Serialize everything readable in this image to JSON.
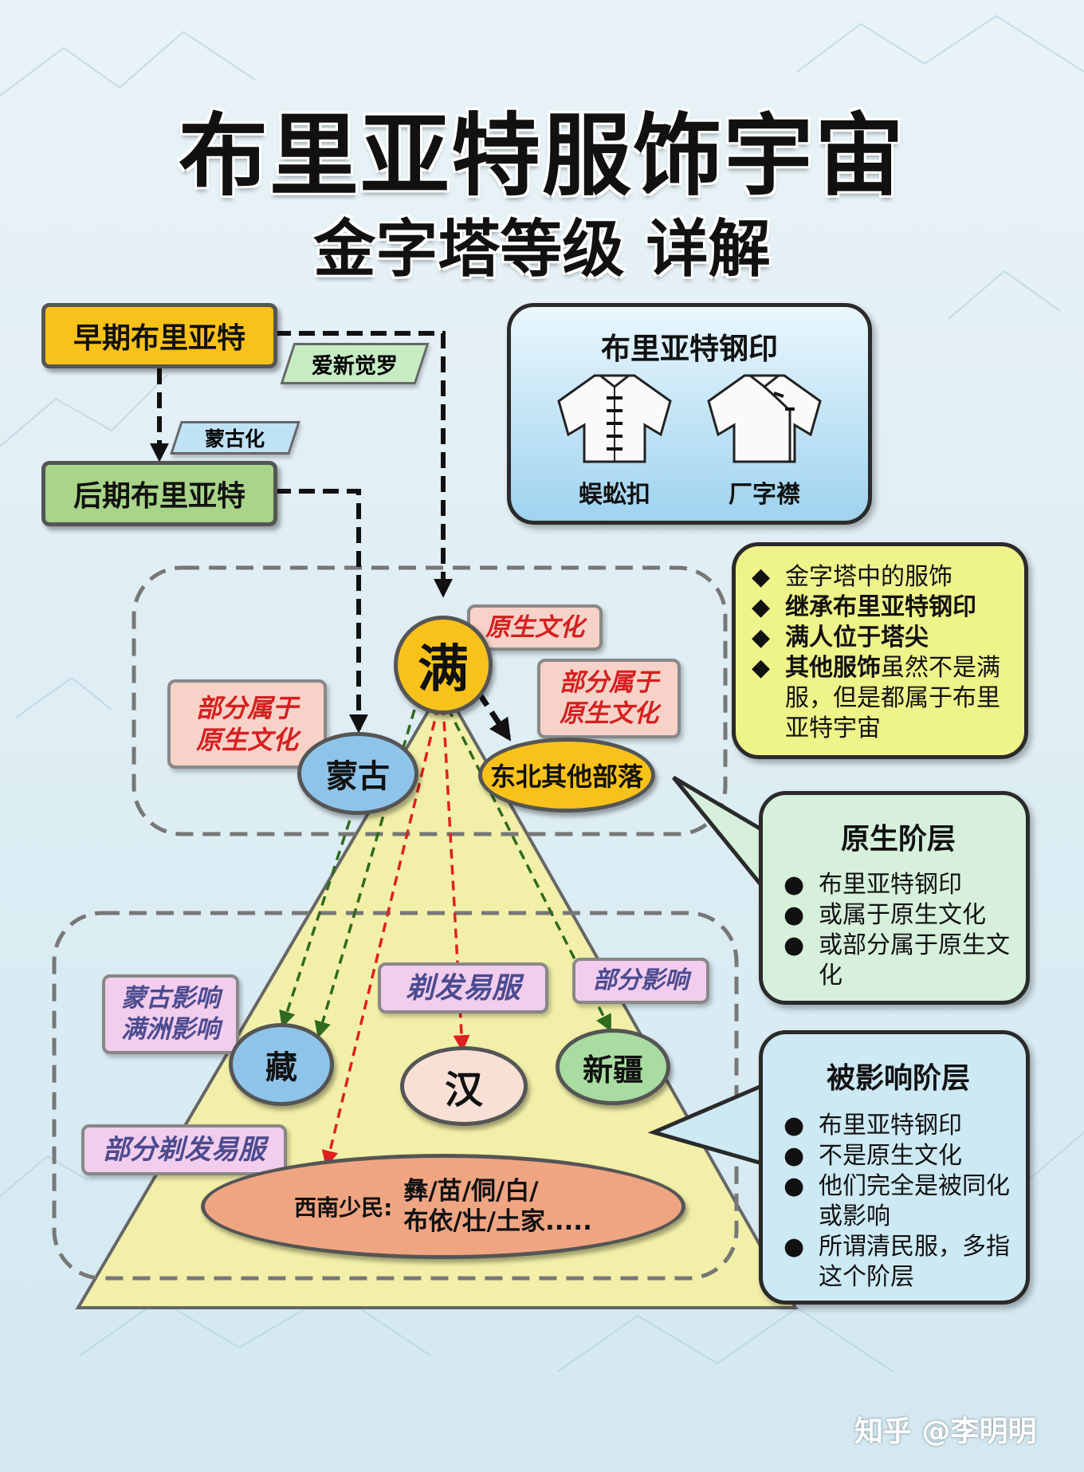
{
  "title": "布里亚特服饰宇宙",
  "subtitle": "金字塔等级 详解",
  "early_buryat": "早期布里亚特",
  "late_buryat": "后期布里亚特",
  "label_aisin_gioro": "爱新觉罗",
  "label_mongolization": "蒙古化",
  "seal_panel": {
    "title": "布里亚特钢印",
    "items": [
      {
        "label": "蜈蚣扣",
        "icon": "button-jacket-icon"
      },
      {
        "label": "厂字襟",
        "icon": "side-opening-jacket-icon"
      }
    ]
  },
  "info_panel": {
    "items": [
      {
        "pre": "金字塔中的服饰",
        "rest": ""
      },
      {
        "pre": "继承布里亚特钢印",
        "rest": ""
      },
      {
        "pre": "满人位于塔尖",
        "rest": ""
      },
      {
        "pre": "其他服饰",
        "rest": "虽然不是满服，但是都属于布里亚特宇宙"
      }
    ]
  },
  "native_panel": {
    "title": "原生阶层",
    "items": [
      "布里亚特钢印",
      "或属于原生文化",
      "或部分属于原生文化"
    ]
  },
  "influenced_panel": {
    "title": "被影响阶层",
    "items": [
      "布里亚特钢印",
      "不是原生文化",
      "他们完全是被同化或影响",
      "所谓清民服，多指这个阶层"
    ]
  },
  "nodes": {
    "manchu": "满",
    "mongol": "蒙古",
    "northeast": "东北其他部落",
    "tibet": "藏",
    "han": "汉",
    "xinjiang": "新疆",
    "southwest_label": "西南少民:",
    "southwest_line1": "彝/苗/侗/白/",
    "southwest_line2": "布依/壮/土家....."
  },
  "tags": {
    "native_culture": "原生文化",
    "partial_native_left": [
      "部分属于",
      "原生文化"
    ],
    "partial_native_right": [
      "部分属于",
      "原生文化"
    ],
    "mongol_manchu_influence": [
      "蒙古影响",
      "满洲影响"
    ],
    "shave_change": "剃发易服",
    "partial_influence": "部分影响",
    "partial_shave": "部分剃发易服"
  },
  "watermark": "知乎 @李明明",
  "colors": {
    "gold": "#f9c21a",
    "green_box": "#a8d58a",
    "blue_oval": "#8fc4ea",
    "pyramid": "#f2f0a8",
    "seal_panel": "#bfe3f5",
    "info_panel": "#eef38a",
    "native_panel": "#d6f0dc",
    "influenced_panel": "#cde9f4",
    "southwest": "#f0a582",
    "han_oval": "#f9e0d6",
    "xinjiang_oval": "#a8dca0"
  }
}
